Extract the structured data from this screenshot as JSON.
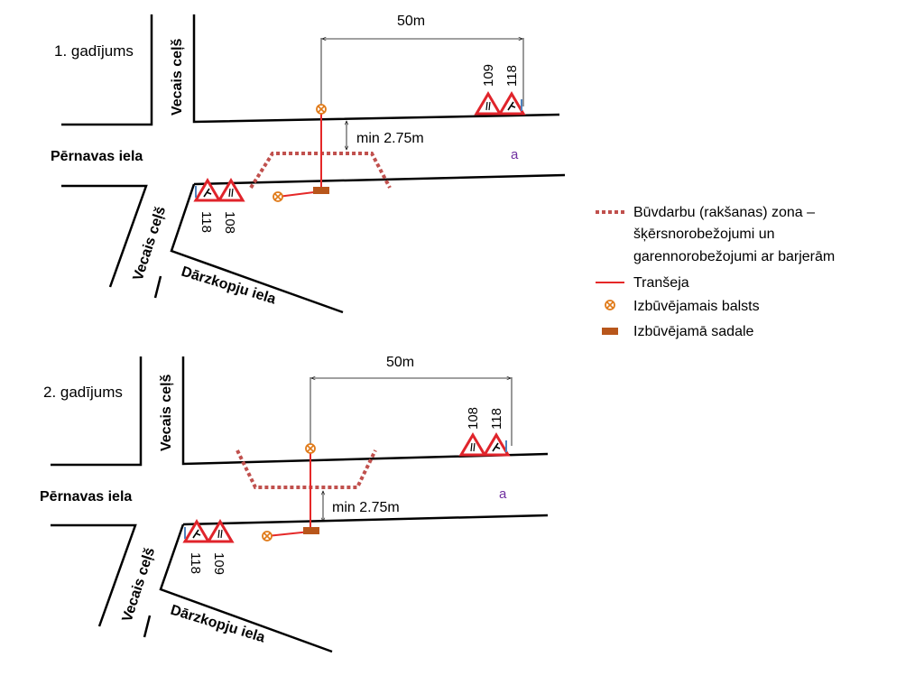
{
  "case1": {
    "title": "1. gadījums",
    "street_vecais_top": "Vecais ceļš",
    "street_pernavas": "Pērnavas iela",
    "street_vecais_bottom": "Vecais ceļš",
    "street_darzkopju": "Dārzkopju iela",
    "dim_length": "50m",
    "dim_width": "min 2.75m",
    "marker_a": "a",
    "sign_top_1": "109",
    "sign_top_2": "118",
    "sign_bottom_1": "118",
    "sign_bottom_2": "108"
  },
  "case2": {
    "title": "2. gadījums",
    "street_vecais_top": "Vecais ceļš",
    "street_pernavas": "Pērnavas iela",
    "street_vecais_bottom": "Vecais ceļš",
    "street_darzkopju": "Dārzkopju iela",
    "dim_length": "50m",
    "dim_width": "min 2.75m",
    "marker_a": "a",
    "sign_top_1": "108",
    "sign_top_2": "118",
    "sign_bottom_1": "118",
    "sign_bottom_2": "109"
  },
  "legend": {
    "zone_line1": "Būvdarbu (rakšanas) zona –",
    "zone_line2": "šķērsnorobežojumi un",
    "zone_line3": "garennorobežojumi ar barjerām",
    "trench": "Tranšeja",
    "pole": "Izbūvējamais balsts",
    "distribution": "Izbūvējamā sadale"
  },
  "colors": {
    "zone": "#c0504d",
    "trench": "#e52828",
    "pole": "#e07b1a",
    "distribution": "#b8561b",
    "sign_border": "#e0242b",
    "marker_a": "#7030a0",
    "support": "#4f81bd"
  }
}
